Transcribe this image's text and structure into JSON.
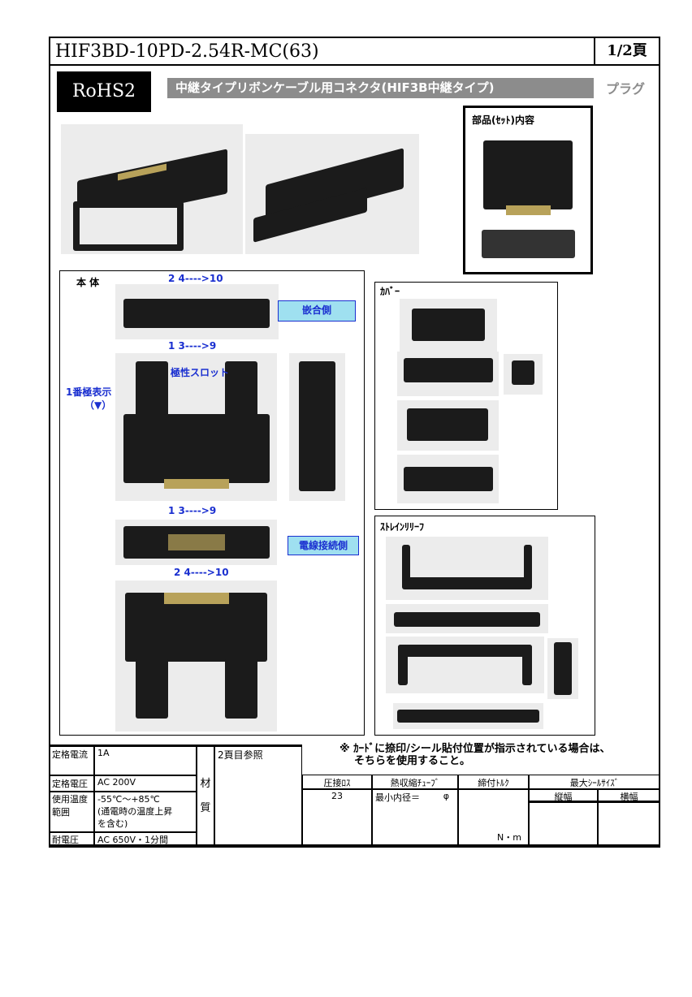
{
  "header": {
    "title": "HIF3BD-10PD-2.54R-MC(63)",
    "page": "1/2頁"
  },
  "rohs": "RoHS2",
  "banner": "中継タイプリボンケーブル用コネクタ(HIF3B中継タイプ)",
  "type": "プラグ",
  "parts_set": {
    "label": "部品(ｾｯﾄ)内容"
  },
  "main_body": {
    "label": "本 体",
    "top_pins_upper": "2 4---->10",
    "mating_side": "嵌合側",
    "top_pins_lower": "1 3---->9",
    "polarity_slot": "極性スロット",
    "pin1_mark": "1番極表示",
    "pin1_symbol": "（▼）",
    "bottom_pins_upper": "1 3---->9",
    "wire_side": "電線接続側",
    "bottom_pins_lower": "2 4---->10"
  },
  "cover": {
    "label": "ｶﾊﾞｰ"
  },
  "strain_relief": {
    "label": "ｽﾄﾚｲﾝﾘﾘｰﾌ"
  },
  "note": [
    "※ ｶｰﾄﾞに捺印/シール貼付位置が指示されている場合は、",
    "そちらを使用すること。"
  ],
  "specs": [
    {
      "label": "定格電流",
      "value": "1A"
    },
    {
      "label": "定格電圧",
      "value": "AC 200V"
    },
    {
      "label": "使用温度\n範囲",
      "value": "-55℃～+85℃\n(通電時の温度上昇\n を含む)"
    },
    {
      "label": "耐電圧",
      "value": "AC 650V・1分間"
    }
  ],
  "material": {
    "label": "材\n\n質",
    "value": "2頁目参照"
  },
  "table": {
    "crimp_loss": {
      "header": "圧接ﾛｽ",
      "value": "23"
    },
    "heat_shrink": {
      "header": "熱収縮ﾁｭｰﾌﾞ",
      "value": "最小内径＝",
      "unit": "φ"
    },
    "torque": {
      "header": "締付ﾄﾙｸ",
      "unit": "N・m"
    },
    "seal_size": {
      "header": "最大ｼｰﾙｻｲｽﾞ",
      "height": "縦幅",
      "width": "横幅"
    }
  }
}
